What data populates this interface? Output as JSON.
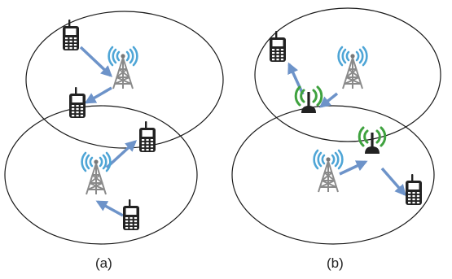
{
  "captions": {
    "a": "(a)",
    "b": "(b)"
  },
  "colors": {
    "link_arrow": "#6d93c9",
    "tower_wave": "#4ea5d6",
    "relay_wave": "#3fa23f",
    "phone": "#222222",
    "cell_outline": "#1a1a1a"
  },
  "icons": [
    "phone-icon",
    "tower-icon",
    "relay-node-icon",
    "arrow"
  ]
}
